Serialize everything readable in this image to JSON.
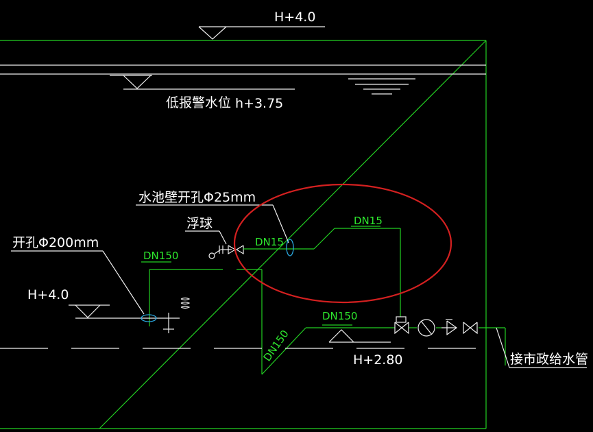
{
  "labels": {
    "top_elev": "H+4.0",
    "low_alarm": "低报警水位",
    "low_alarm_elev": "h+3.75",
    "wall_hole": "水池壁开孔Φ25mm",
    "float_ball": "浮球",
    "hole_200": "开孔Φ200mm",
    "left_elev": "H+4.0",
    "pipe_dn150_upper": "DN150",
    "pipe_dn15_left": "DN15",
    "pipe_dn15_right": "DN15",
    "pipe_dn150_lower": "DN150",
    "pipe_dn150_diag": "DN150",
    "bottom_elev": "H+2.80",
    "municipal_supply": "接市政给水管"
  },
  "colors": {
    "background": "#000000",
    "pipe_line": "#22d022",
    "annotation": "#f0f0f0",
    "highlight_ellipse": "#d42020",
    "hole_marker": "#2aa8e0"
  }
}
